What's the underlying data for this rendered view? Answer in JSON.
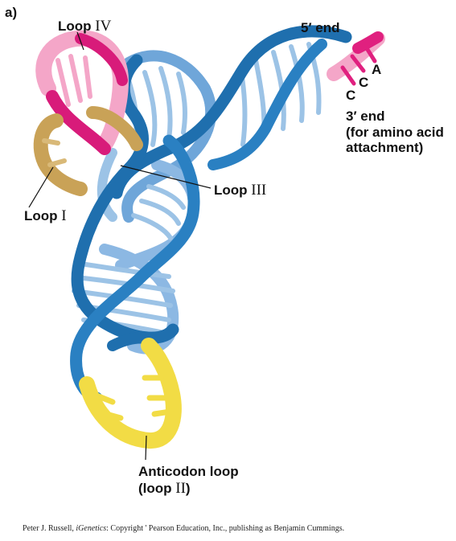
{
  "panel_label": "a)",
  "labels": {
    "loop4": {
      "prefix": "Loop ",
      "numeral": "IV"
    },
    "loop3": {
      "prefix": "Loop ",
      "numeral": "III"
    },
    "loop1": {
      "prefix": "Loop ",
      "numeral": "I"
    },
    "five_end": "5′ end",
    "base_a": "A",
    "base_c1": "C",
    "base_c2": "C",
    "three_end_line1": "3′ end",
    "three_end_line2": "(for amino acid",
    "three_end_line3": "attachment)",
    "anticodon_line1": "Anticodon loop",
    "anticodon_line2_open": "(loop ",
    "anticodon_line2_numeral": "II",
    "anticodon_line2_close": ")"
  },
  "credit": {
    "author": "Peter J. Russell, ",
    "book": "iGenetics",
    "rest": ": Copyright ' Pearson Education, Inc., publishing as Benjamin Cummings."
  },
  "colors": {
    "backbone_dark": "#1f6fae",
    "backbone_light": "#9cc3e6",
    "loop4_pink": "#d81b7a",
    "loop4_light": "#f4a6c8",
    "loop1_tan": "#c9a257",
    "anticodon_yellow": "#f2dc45",
    "acc_pink": "#e0207f"
  }
}
